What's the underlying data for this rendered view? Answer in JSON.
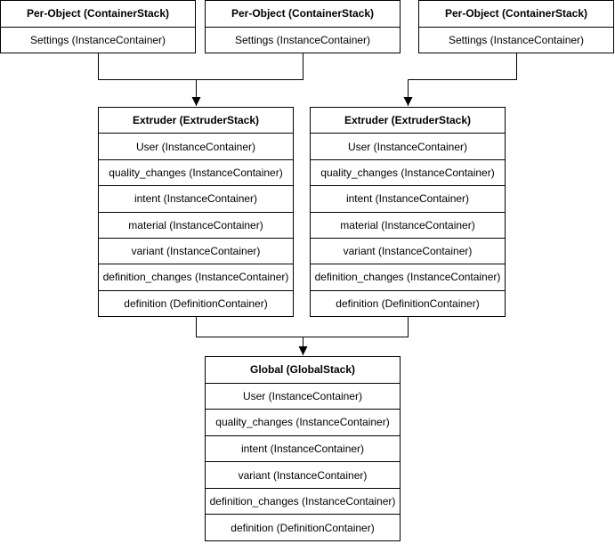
{
  "diagram": {
    "background_color": "#ffffff",
    "stroke_color": "#000000",
    "text_color": "#000000",
    "nodes": [
      {
        "id": "per-object-1",
        "title": "Per-Object (ContainerStack)",
        "rows": [
          "Settings (InstanceContainer)"
        ]
      },
      {
        "id": "per-object-2",
        "title": "Per-Object (ContainerStack)",
        "rows": [
          "Settings (InstanceContainer)"
        ]
      },
      {
        "id": "per-object-3",
        "title": "Per-Object (ContainerStack)",
        "rows": [
          "Settings (InstanceContainer)"
        ]
      },
      {
        "id": "extruder-1",
        "title": "Extruder (ExtruderStack)",
        "rows": [
          "User (InstanceContainer)",
          "quality_changes (InstanceContainer)",
          "intent (InstanceContainer)",
          "material (InstanceContainer)",
          "variant (InstanceContainer)",
          "definition_changes (InstanceContainer)",
          "definition (DefinitionContainer)"
        ]
      },
      {
        "id": "extruder-2",
        "title": "Extruder (ExtruderStack)",
        "rows": [
          "User (InstanceContainer)",
          "quality_changes (InstanceContainer)",
          "intent (InstanceContainer)",
          "material (InstanceContainer)",
          "variant (InstanceContainer)",
          "definition_changes (InstanceContainer)",
          "definition (DefinitionContainer)"
        ]
      },
      {
        "id": "global",
        "title": "Global (GlobalStack)",
        "rows": [
          "User (InstanceContainer)",
          "quality_changes (InstanceContainer)",
          "intent (InstanceContainer)",
          "variant (InstanceContainer)",
          "definition_changes (InstanceContainer)",
          "definition (DefinitionContainer)"
        ]
      }
    ],
    "edges": [
      {
        "from": "per-object-1",
        "to": "extruder-1"
      },
      {
        "from": "per-object-2",
        "to": "extruder-1"
      },
      {
        "from": "per-object-3",
        "to": "extruder-2"
      },
      {
        "from": "extruder-1",
        "to": "global"
      },
      {
        "from": "extruder-2",
        "to": "global"
      }
    ]
  }
}
